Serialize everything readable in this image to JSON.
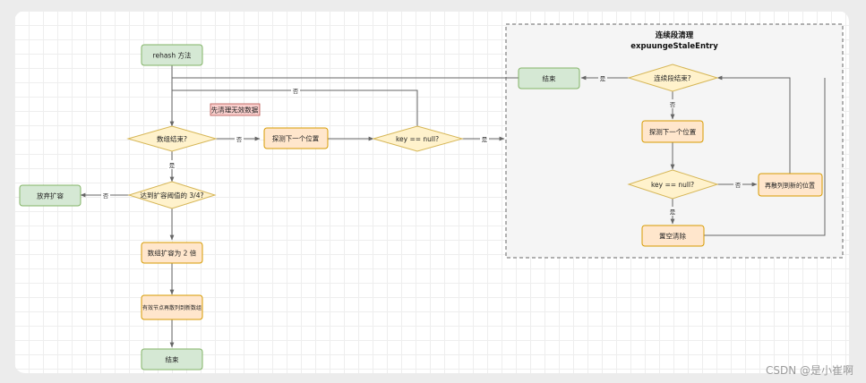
{
  "diagram": {
    "main": {
      "rehash": "rehash 方法",
      "array_end": "数组结束?",
      "probe_next": "探测下一个位置",
      "key_null": "key == null?",
      "threshold": "达到扩容阈值的 3/4?",
      "give_up": "放弃扩容",
      "double_array": "数组扩容为 2 倍",
      "rehash_nodes": "有效节点再散列到新数组",
      "end": "结束"
    },
    "annotation": "先清理无效数据",
    "group": {
      "title_cn": "连续段清理",
      "title_en": "expuungeStaleEntry",
      "end": "结束",
      "segment_end": "连续段结束?",
      "probe_next": "探测下一个位置",
      "key_null": "key == null?",
      "rehash_new": "再散列到新的位置",
      "set_empty": "置空清除"
    },
    "labels": {
      "yes": "是",
      "no": "否"
    },
    "colors": {
      "green_fill": "#d5e8d4",
      "green_stroke": "#82b366",
      "orange_fill": "#ffe6cc",
      "orange_stroke": "#d79b00",
      "diamond_fill": "#fff2cc",
      "diamond_stroke": "#d6b656",
      "note_fill": "#f8cecc",
      "note_stroke": "#b85450",
      "group_fill": "#f5f5f5",
      "group_stroke": "#666666",
      "edge": "#666666"
    }
  },
  "watermark": "CSDN @是小崔啊"
}
